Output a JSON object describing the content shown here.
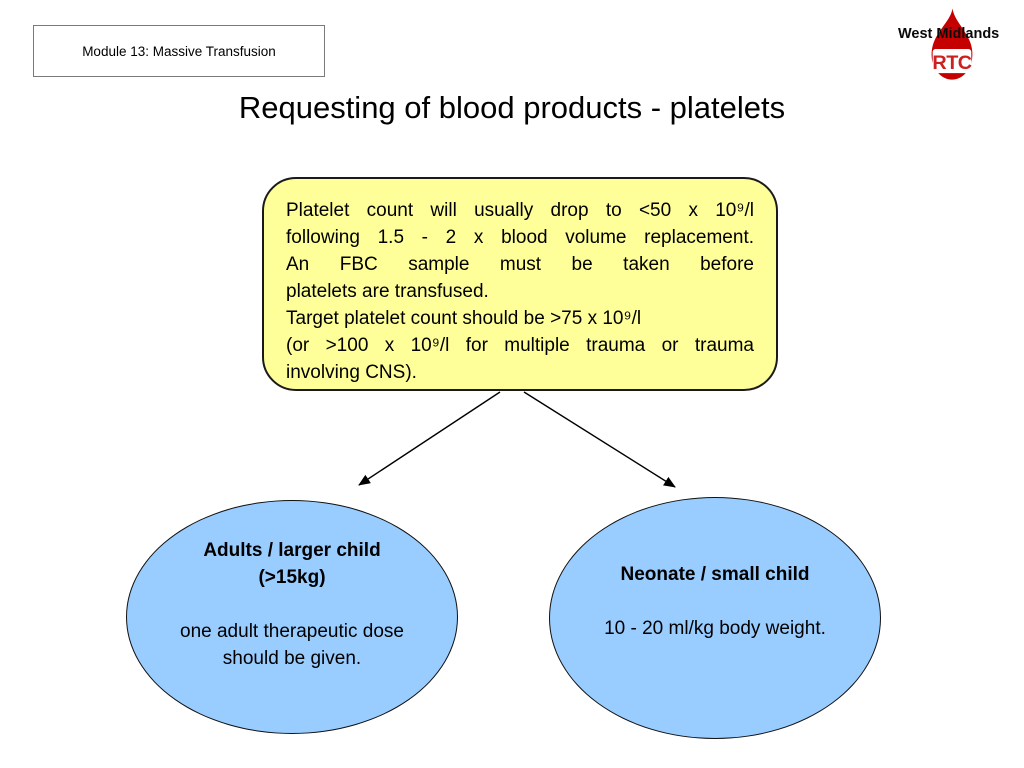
{
  "slide": {
    "module_label": "Module 13: Massive Transfusion",
    "title": "Requesting of blood products - platelets"
  },
  "logo": {
    "region": "West Midlands",
    "acronym": "RTC",
    "drop_color": "#c40000",
    "acronym_color": "#cc2121"
  },
  "callout": {
    "fill_color": "#ffff99",
    "lines": [
      "Platelet count will usually drop to <50 x 10⁹/l",
      "following 1.5 - 2 x blood volume replacement.",
      "An FBC sample must be taken before",
      "platelets are transfused.",
      "Target platelet count should be >75 x 10⁹/l",
      "(or >100 x 10⁹/l for multiple trauma or trauma",
      "involving CNS)."
    ]
  },
  "ellipses": [
    {
      "fill_color": "#99ccff",
      "heading_lines": [
        "Adults / larger child",
        "(>15kg)"
      ],
      "body_lines": [
        "one adult therapeutic dose",
        "should be given."
      ]
    },
    {
      "fill_color": "#99ccff",
      "heading_lines": [
        "Neonate / small child"
      ],
      "body_lines": [
        "10 - 20 ml/kg body weight."
      ]
    }
  ]
}
